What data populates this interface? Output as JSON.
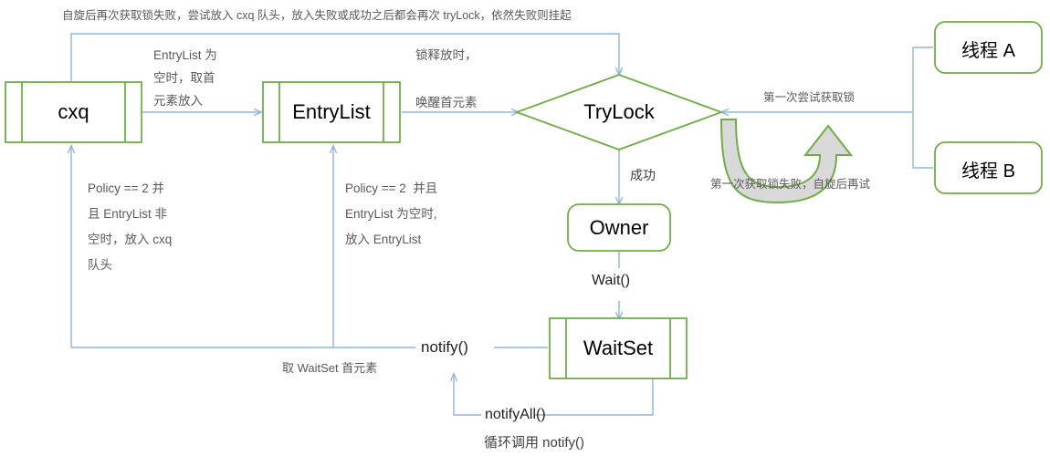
{
  "diagram": {
    "title_note": "自旋后再次获取锁失败，尝试放入 cxq 队头，放入失败或成功之后都会再次 tryLock，依然失败则挂起",
    "nodes": {
      "cxq": "cxq",
      "entrylist": "EntryList",
      "trylock": "TryLock",
      "owner": "Owner",
      "waitset": "WaitSet",
      "thread_a": "线程 A",
      "thread_b": "线程 B"
    },
    "edge_labels": {
      "entrylist_empty_take_first": "EntryList 为\n空时，取首\n元素放入",
      "lock_release_wake_first": "锁释放时，\n\n唤醒首元素",
      "first_try_lock": "第一次尝试获取锁",
      "first_fail_spin_retry": "第一次获取锁失败，自旋后再试",
      "policy2_entrylist_not_empty": "Policy == 2 并\n且 EntryList 非\n空时，放入 cxq\n队头",
      "policy2_entrylist_empty": "Policy == 2  并且\nEntryList 为空时,\n放入 EntryList",
      "success": "成功",
      "wait": "Wait()",
      "notify": "notify()",
      "notify_all": "notifyAll()",
      "take_waitset_first": "取 WaitSet 首元素",
      "loop_call_notify": "循环调用 notify()"
    },
    "colors": {
      "node_stroke": "#70ad47",
      "connector": "#8eb4e3",
      "text_gray": "#595959",
      "text_black": "#000000",
      "arrow_fill": "#d9d9d9",
      "background": "#ffffff"
    }
  }
}
